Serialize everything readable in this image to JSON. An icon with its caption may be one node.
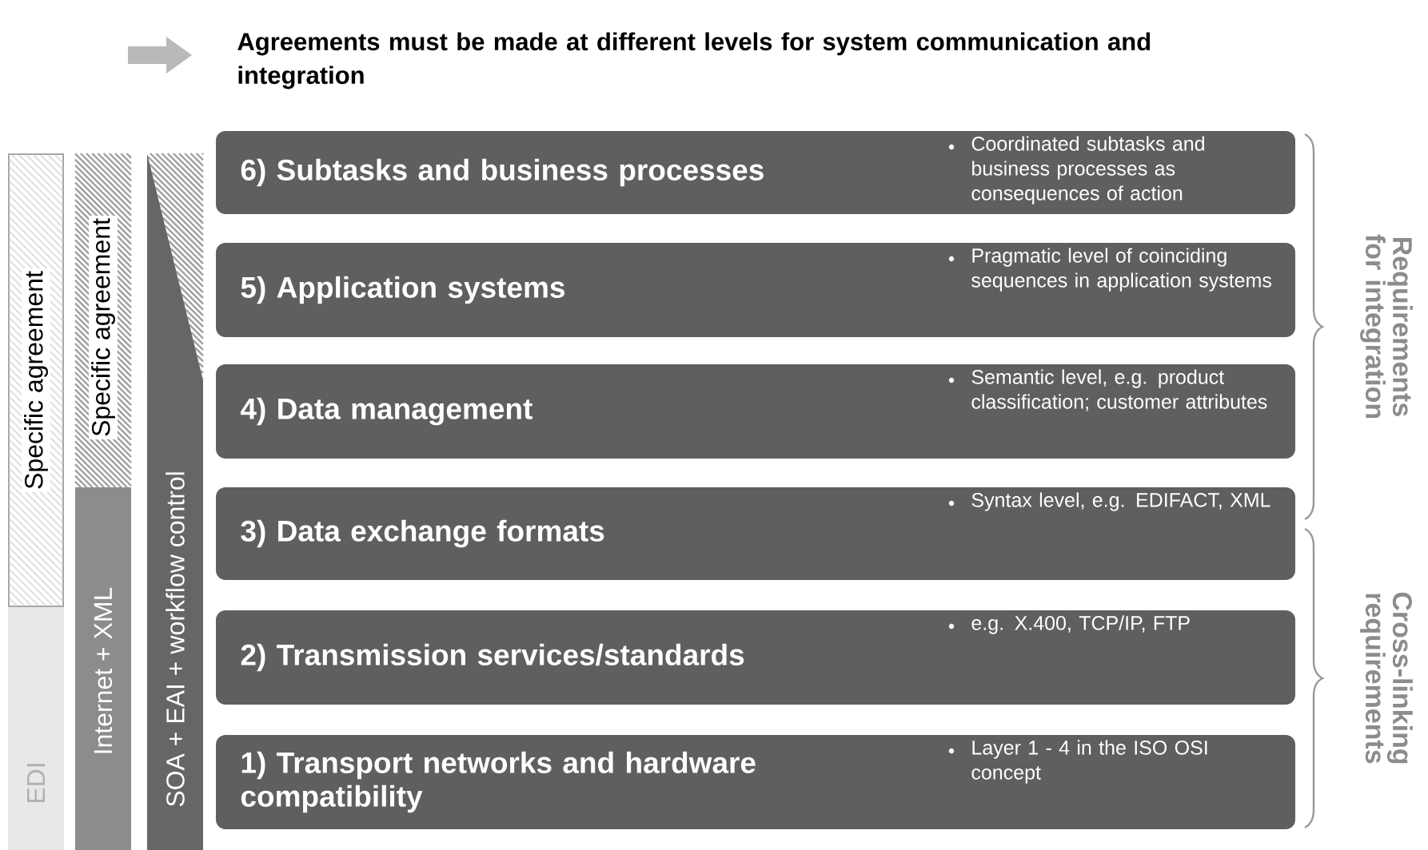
{
  "diagram": {
    "title": "Agreements must be made at different levels for system communication and integration",
    "nodes": [
      {
        "text": [
          "EDI"
        ]
      },
      {
        "text": [
          "Specific agreement"
        ],
        "in": 0
      },
      {
        "text": [
          "Specific agreement"
        ]
      },
      {
        "text": [
          "Internet + XML"
        ]
      },
      {
        "text": [
          "SOA + EAI + workflow control"
        ]
      },
      {
        "text": [
          "6) Subtasks and business processes",
          "Coordinated subtasks and business processes as consequences of action"
        ]
      },
      {
        "text": [
          "5) Application systems",
          "Pragmatic level of coinciding sequences in application systems"
        ]
      },
      {
        "text": [
          "4) Data management",
          "Semantic level, e.g. product classification; customer attributes"
        ]
      },
      {
        "text": [
          "3) Data exchange formats",
          "Syntax level, e.g. EDIFACT, XML"
        ]
      },
      {
        "text": [
          "2) Transmission services/standards",
          "e.g. X.400, TCP/IP,  FTP"
        ]
      },
      {
        "text": [
          "1) Transport networks and hardware compatibility",
          "Layer 1 - 4 in the ISO OSI concept"
        ]
      }
    ],
    "labels": [
      "Requirements for integration",
      "Cross-linking requirements"
    ]
  }
}
